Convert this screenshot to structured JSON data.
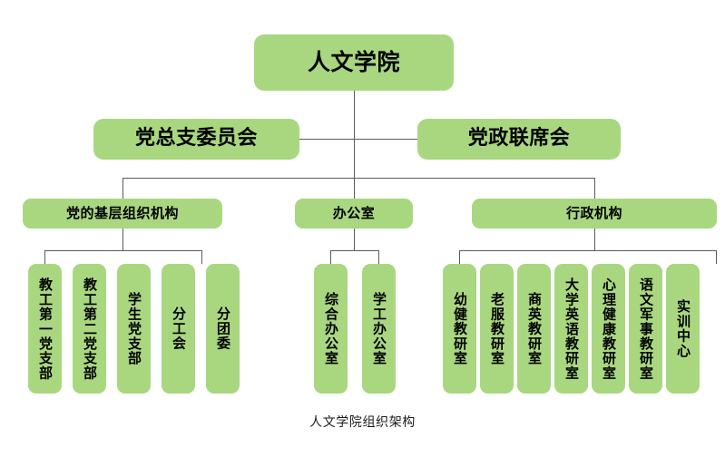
{
  "caption": "人文学院组织架构",
  "colors": {
    "node_fill": "#a9d780",
    "connector": "#5b5b5b",
    "text": "#000000",
    "background": "#ffffff"
  },
  "chart_data": {
    "type": "diagram",
    "diagram_type": "organization-chart",
    "title": "人文学院组织架构",
    "orientation": "top-down",
    "levels": 4,
    "node_count": 18
  },
  "root": {
    "label": "人文学院"
  },
  "level2": [
    {
      "label": "党总支委员会"
    },
    {
      "label": "党政联席会"
    }
  ],
  "level3": [
    {
      "label": "党的基层组织机构"
    },
    {
      "label": "办公室"
    },
    {
      "label": "行政机构"
    }
  ],
  "group_party_branches": {
    "parent": "党的基层组织机构",
    "children": [
      {
        "label": "教工第一党支部"
      },
      {
        "label": "教工第二党支部"
      },
      {
        "label": "学生党支部"
      },
      {
        "label": "分工会"
      },
      {
        "label": "分团委"
      }
    ]
  },
  "group_offices": {
    "parent": "办公室",
    "children": [
      {
        "label": "综合办公室"
      },
      {
        "label": "学工办公室"
      }
    ]
  },
  "group_academic": {
    "parent": "行政机构",
    "children": [
      {
        "label": "幼健教研室"
      },
      {
        "label": "老服教研室"
      },
      {
        "label": "商英教研室"
      },
      {
        "label": "大学英语教研室"
      },
      {
        "label": "心理健康教研室"
      },
      {
        "label": "语文军事教研室"
      },
      {
        "label": "实训中心"
      }
    ]
  }
}
